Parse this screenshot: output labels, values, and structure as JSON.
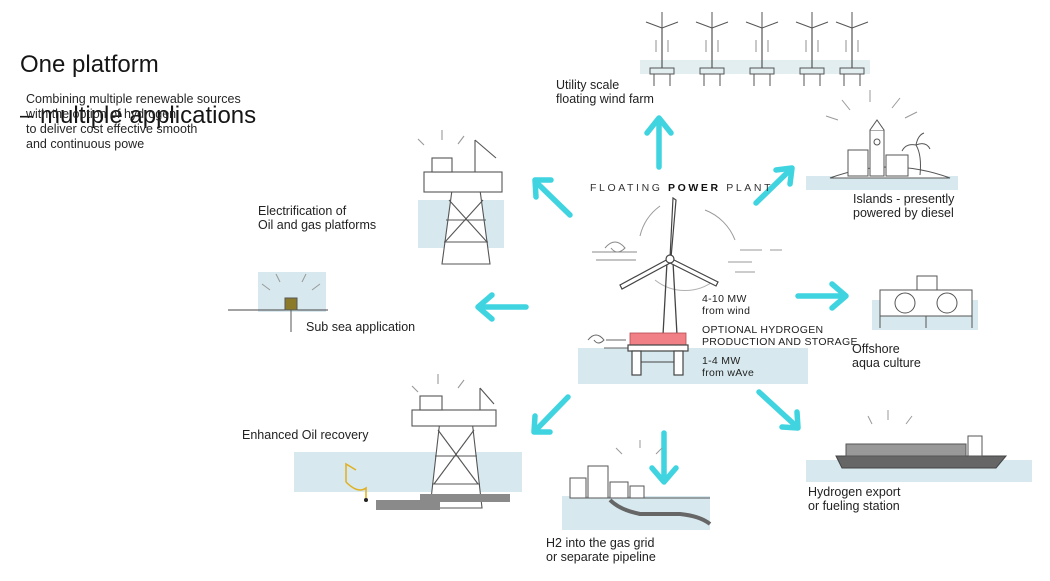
{
  "header": {
    "title_line1": "One platform",
    "title_line2": "– multiple applications",
    "intro": "Combining multiple renewable sources\nwith the option of hydrogen\nto deliver cost effective smooth\nand continuous powe"
  },
  "center": {
    "title_prefix": "FLOATING ",
    "title_bold": "POWER",
    "title_suffix": " PLANT",
    "wind_label": "4-10 MW\nfrom wind",
    "hydrogen_label": "OPTIONAL HYDROGEN\nPRODUCTION AND STORAGE",
    "wave_label": "1-4 MW\nfrom wAve"
  },
  "applications": {
    "wind_farm": "Utility scale\nfloating wind farm",
    "islands": "Islands - presently\npowered by diesel",
    "oil_gas": "Electrification of\nOil and gas platforms",
    "subsea": "Sub sea application",
    "aquaculture": "Offshore\naqua culture",
    "eor": "Enhanced Oil recovery",
    "gas_grid": "H2 into the gas grid\nor separate pipeline",
    "hydrogen_export": "Hydrogen export\nor fueling station"
  },
  "colors": {
    "arrow": "#3fd4e0",
    "water": "#d7e9ee",
    "hydrogen_module": "#f07f86",
    "line_art": "#4a4a4a"
  }
}
